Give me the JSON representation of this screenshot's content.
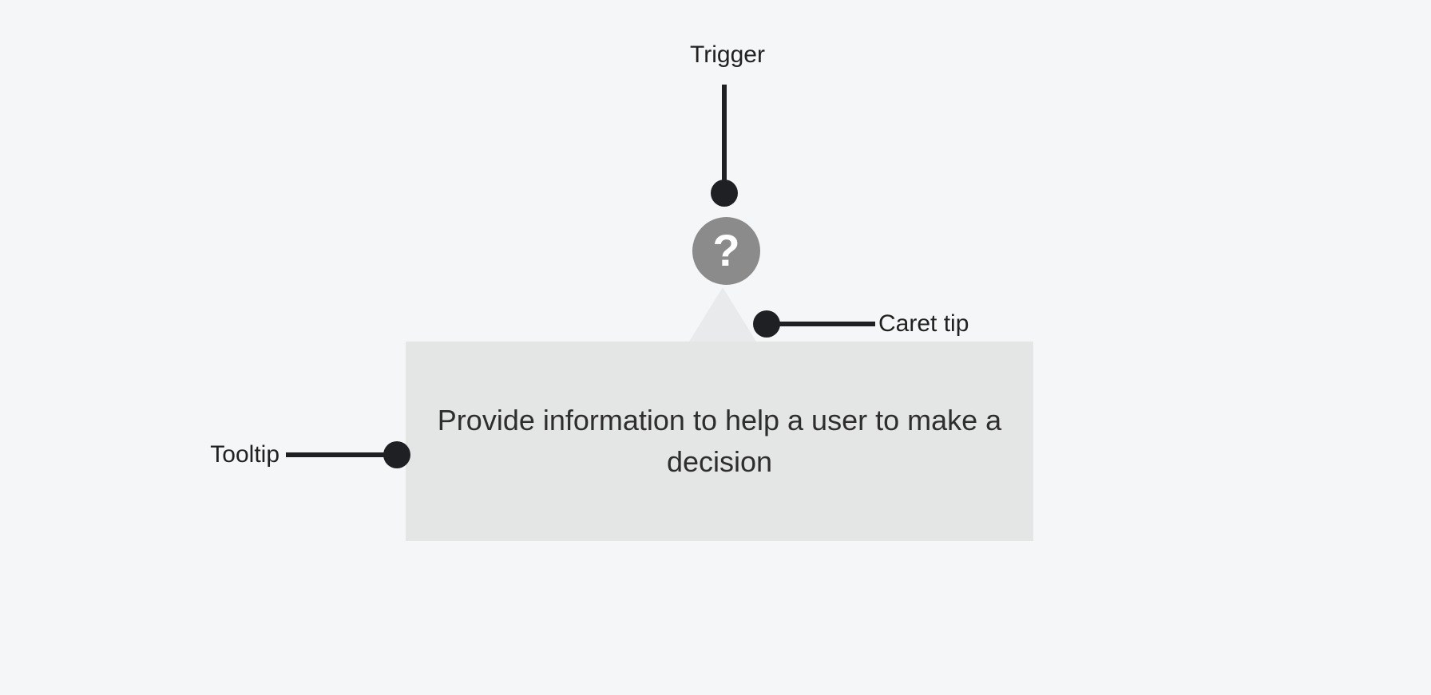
{
  "canvas": {
    "background": "#f5f6f7",
    "annotation_color": "#1f2023",
    "label_color": "#212121"
  },
  "annotations": {
    "trigger_label": "Trigger",
    "caret_tip_label": "Caret tip",
    "tooltip_label": "Tooltip"
  },
  "icons": {
    "trigger": {
      "name": "question-mark-icon",
      "glyph": "?",
      "background": "#8b8b8b",
      "glyph_color": "#ffffff"
    }
  },
  "tooltip": {
    "text": "Provide information to help a user to make a decision",
    "background": "#e4e5e5",
    "caret_background": "#e9eaeb",
    "text_color": "#2e2e2e"
  }
}
